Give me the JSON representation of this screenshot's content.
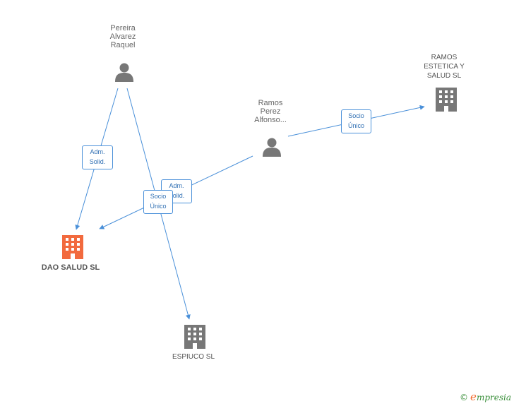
{
  "people": {
    "pereira": {
      "label": "Pereira\nAlvarez\nRaquel",
      "icon": "person-icon"
    },
    "ramos": {
      "label": "Ramos\nPerez\nAlfonso...",
      "icon": "person-icon"
    }
  },
  "companies": {
    "dao": {
      "label": "DAO SALUD SL",
      "icon": "building-icon",
      "color": "#f26a3e"
    },
    "ramos_estetica": {
      "label": "RAMOS\nESTETICA Y\nSALUD SL",
      "icon": "building-icon",
      "color": "#777777"
    },
    "espiuco": {
      "label": "ESPIUCO SL",
      "icon": "building-icon",
      "color": "#777777"
    }
  },
  "edges": {
    "pereira_dao": "Adm.\nSolid.",
    "ramos_dao": "Adm.\nSolid.",
    "pereira_espiuco": "Socio\nÚnico",
    "ramos_estetica": "Socio\nÚnico"
  },
  "colors": {
    "edge": "#4a90d9",
    "person": "#777777",
    "main_company": "#f26a3e"
  },
  "brand": {
    "copyright": "©",
    "initial": "e",
    "name": "mpresia"
  }
}
